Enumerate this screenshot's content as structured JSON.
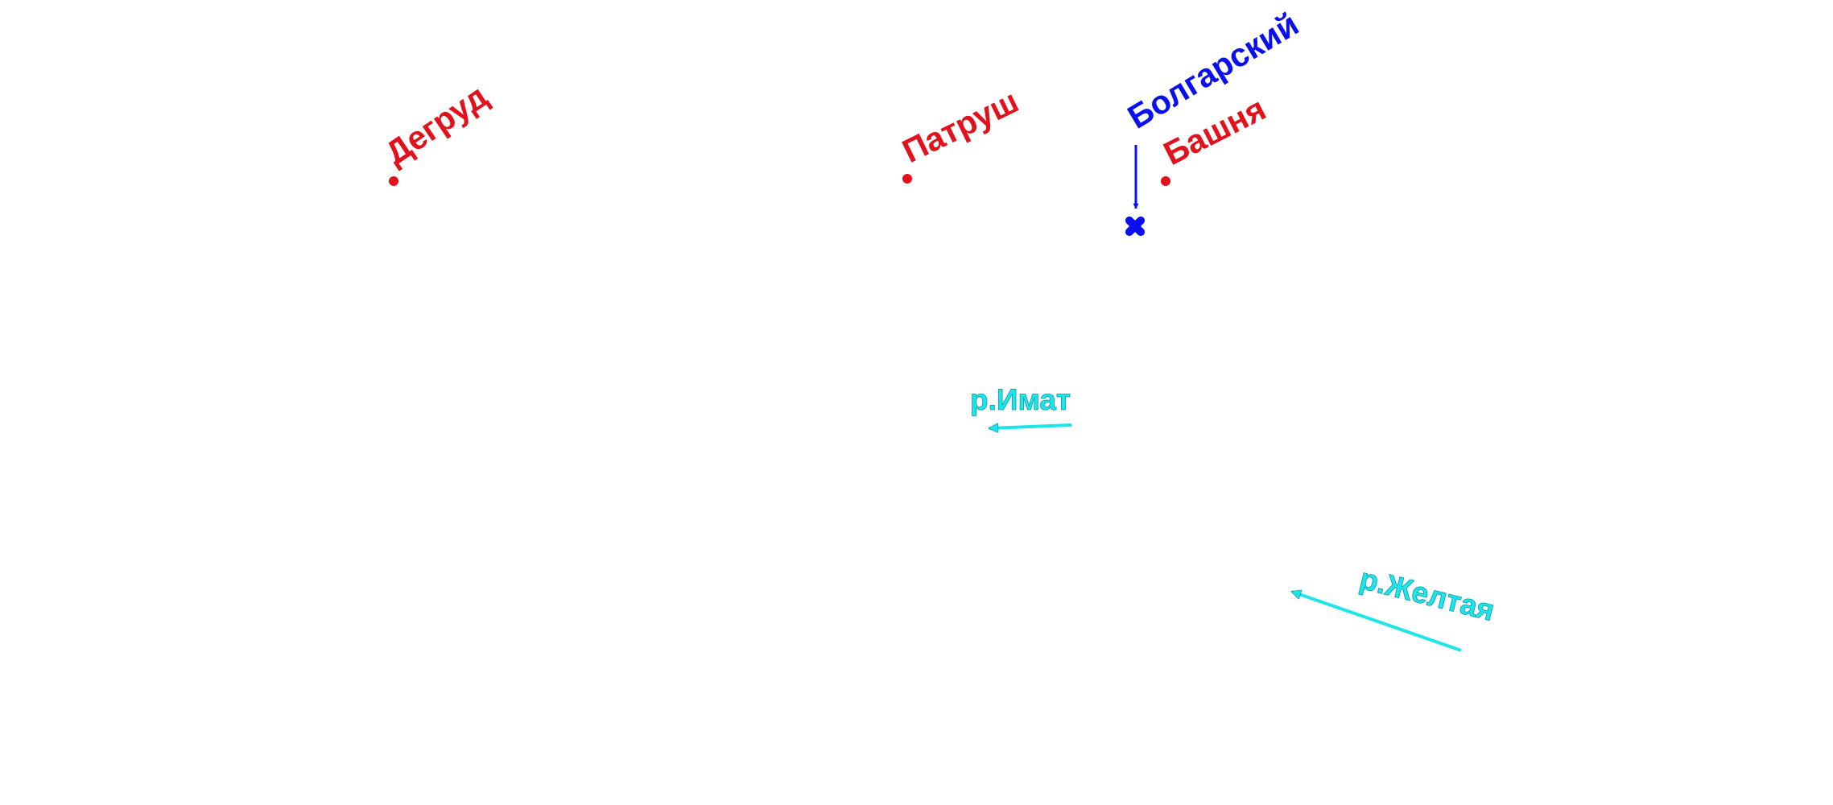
{
  "colors": {
    "settlement": "#e3111b",
    "feature": "#0a0ff0",
    "river": "#1ee5ea",
    "river_outline": "#0a9aa8",
    "background": "#ffffff"
  },
  "settlements": [
    {
      "id": "degrud",
      "label": "Дегруд",
      "marker": "dot"
    },
    {
      "id": "patrush",
      "label": "Патруш",
      "marker": "dot"
    },
    {
      "id": "bashnya",
      "label": "Башня",
      "marker": "dot"
    }
  ],
  "features": [
    {
      "id": "bolgarsky",
      "label": "Болгарский",
      "marker": "cross",
      "pointer": "arrow"
    }
  ],
  "rivers": [
    {
      "id": "imat",
      "label": "р.Имат",
      "pointer": "arrow"
    },
    {
      "id": "zheltaya",
      "label": "р.Желтая",
      "pointer": "arrow"
    }
  ]
}
